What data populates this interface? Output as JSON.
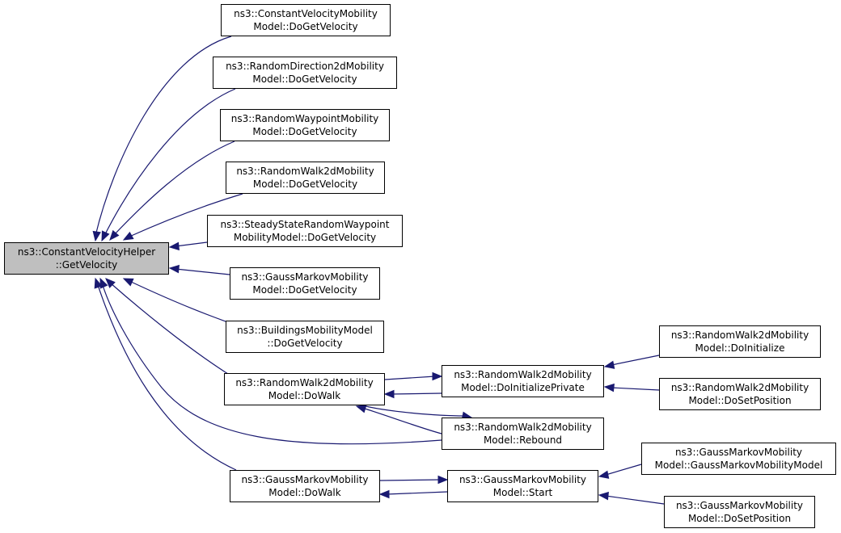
{
  "diagram": {
    "root": {
      "line1": "ns3::ConstantVelocityHelper",
      "line2": "::GetVelocity"
    },
    "nodes": {
      "cvm_getvel": {
        "line1": "ns3::ConstantVelocityMobility",
        "line2": "Model::DoGetVelocity"
      },
      "rd2d_getvel": {
        "line1": "ns3::RandomDirection2dMobility",
        "line2": "Model::DoGetVelocity"
      },
      "rwp_getvel": {
        "line1": "ns3::RandomWaypointMobility",
        "line2": "Model::DoGetVelocity"
      },
      "rw2d_getvel": {
        "line1": "ns3::RandomWalk2dMobility",
        "line2": "Model::DoGetVelocity"
      },
      "ssrw_getvel": {
        "line1": "ns3::SteadyStateRandomWaypoint",
        "line2": "MobilityModel::DoGetVelocity"
      },
      "gm_getvel": {
        "line1": "ns3::GaussMarkovMobility",
        "line2": "Model::DoGetVelocity"
      },
      "bld_getvel": {
        "line1": "ns3::BuildingsMobilityModel",
        "line2": "::DoGetVelocity"
      },
      "rw2d_dowalk": {
        "line1": "ns3::RandomWalk2dMobility",
        "line2": "Model::DoWalk"
      },
      "rw2d_initpriv": {
        "line1": "ns3::RandomWalk2dMobility",
        "line2": "Model::DoInitializePrivate"
      },
      "rw2d_rebound": {
        "line1": "ns3::RandomWalk2dMobility",
        "line2": "Model::Rebound"
      },
      "rw2d_doinit": {
        "line1": "ns3::RandomWalk2dMobility",
        "line2": "Model::DoInitialize"
      },
      "rw2d_setpos": {
        "line1": "ns3::RandomWalk2dMobility",
        "line2": "Model::DoSetPosition"
      },
      "gm_dowalk": {
        "line1": "ns3::GaussMarkovMobility",
        "line2": "Model::DoWalk"
      },
      "gm_start": {
        "line1": "ns3::GaussMarkovMobility",
        "line2": "Model::Start"
      },
      "gm_ctor": {
        "line1": "ns3::GaussMarkovMobility",
        "line2": "Model::GaussMarkovMobilityModel"
      },
      "gm_setpos": {
        "line1": "ns3::GaussMarkovMobility",
        "line2": "Model::DoSetPosition"
      }
    },
    "colors": {
      "edge": "#191970",
      "root_fill": "#bfbfbf",
      "node_fill": "#ffffff",
      "border": "#000000"
    }
  }
}
